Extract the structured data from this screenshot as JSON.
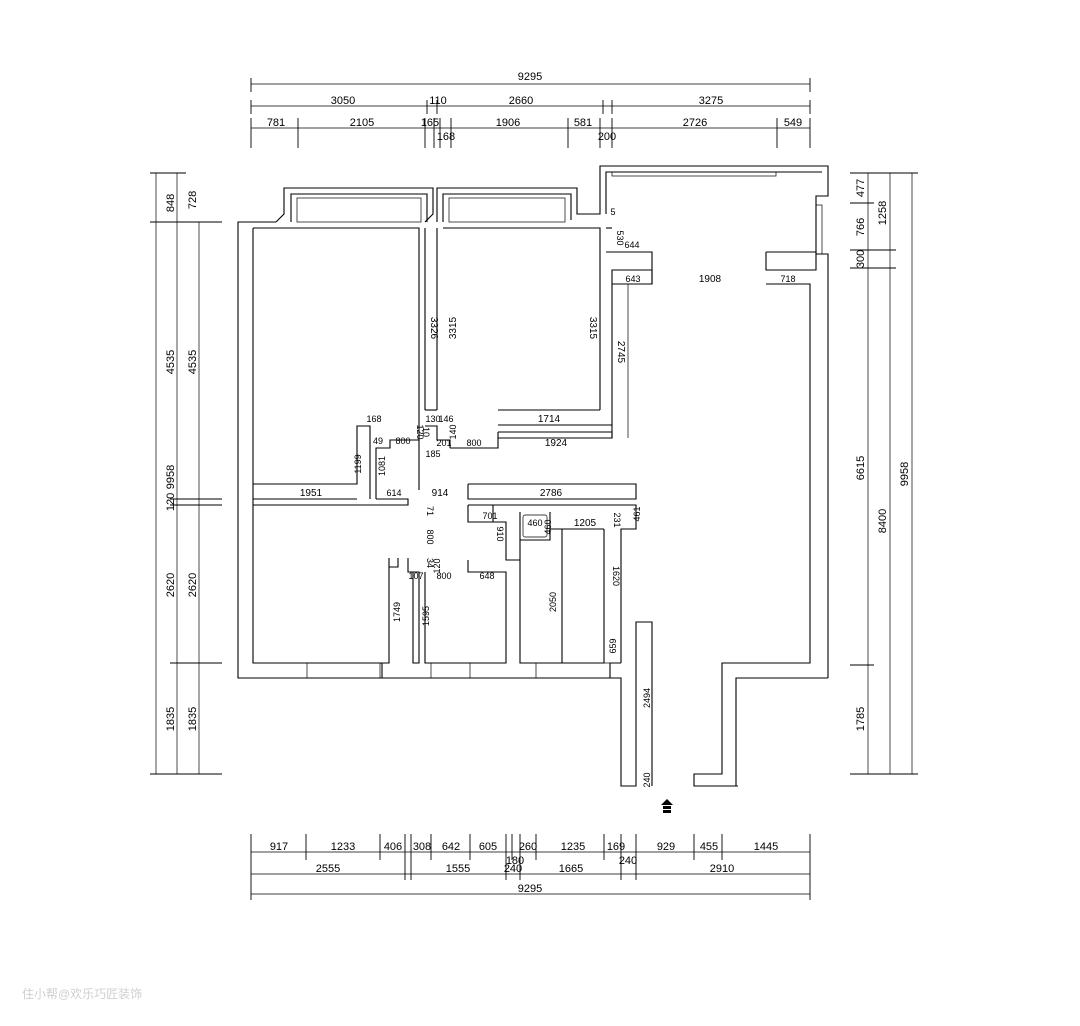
{
  "top_dims": {
    "row1": [
      "9295"
    ],
    "row2": [
      "3050",
      "110",
      "2660",
      "3275"
    ],
    "row3": [
      "781",
      "2105",
      "165",
      "168",
      "1906",
      "581",
      "200",
      "2726",
      "549"
    ]
  },
  "bottom_dims": {
    "row1": [
      "917",
      "1233",
      "406",
      "308",
      "642",
      "605",
      "180",
      "260",
      "1235",
      "169",
      "929",
      "455",
      "1445"
    ],
    "row2": [
      "2555",
      "1555",
      "240",
      "1665",
      "240",
      "2910"
    ],
    "row3": [
      "9295"
    ]
  },
  "left_dims": {
    "outer": [
      "848",
      "9958"
    ],
    "middle": [
      "728",
      "4535",
      "120",
      "2620",
      "1835"
    ],
    "inner": [
      "4535",
      "2620",
      "1835"
    ]
  },
  "right_dims": {
    "inner": [
      "477",
      "766",
      "300",
      "6615",
      "1785"
    ],
    "middle": [
      "1258",
      "8400"
    ],
    "outer": [
      "9958"
    ]
  },
  "interior_dims": {
    "d3326": "3326",
    "d3315a": "3315",
    "d3315b": "3315",
    "d2745": "2745",
    "d5": "5",
    "d530": "530",
    "d644": "644",
    "d643": "643",
    "d1908": "1908",
    "d718": "718",
    "d1714": "1714",
    "d168": "168",
    "d130": "130",
    "d146": "146",
    "d120a": "120",
    "d10": "10",
    "d49": "49",
    "d800a": "800",
    "d140": "140",
    "d201": "201",
    "d800b": "800",
    "d1924": "1924",
    "d185": "185",
    "d1199": "1199",
    "d1081": "1081",
    "d1951": "1951",
    "d614": "614",
    "d914": "914",
    "d2786": "2786",
    "d461": "461",
    "d71": "71",
    "d701": "701",
    "d460a": "460",
    "d460b": "460",
    "d1205": "1205",
    "d231": "231",
    "d910": "910",
    "d800c": "800",
    "d34": "34",
    "d120b": "120",
    "d107": "107",
    "d800d": "800",
    "d648": "648",
    "d1620": "1620",
    "d2050": "2050",
    "d1749": "1749",
    "d1595": "1595",
    "d659": "659",
    "d2494": "2494",
    "d240": "240"
  },
  "watermark": "住小帮@欢乐巧匠装饰",
  "entrance_icon": "entrance-arrow-icon"
}
